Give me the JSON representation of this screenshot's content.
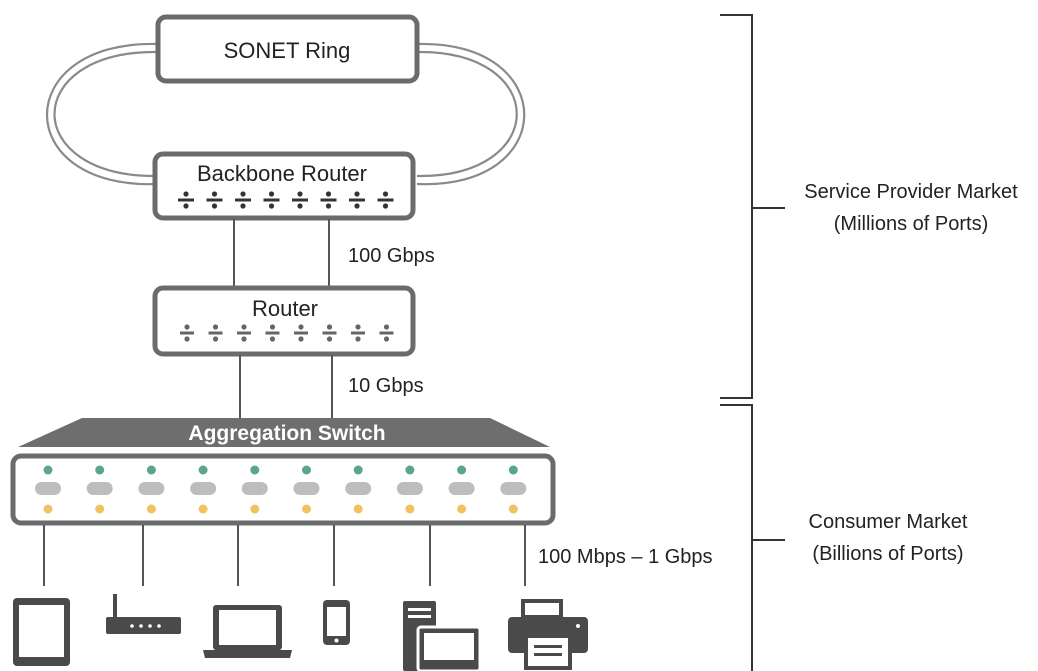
{
  "nodes": {
    "sonet": "SONET Ring",
    "backbone": "Backbone Router",
    "router": "Router",
    "aggregation": "Aggregation Switch"
  },
  "links": {
    "backbone_router": "100 Gbps",
    "router_switch": "10 Gbps",
    "switch_devices": "100 Mbps – 1 Gbps"
  },
  "markets": {
    "service_provider_line1": "Service Provider Market",
    "service_provider_line2": "(Millions of Ports)",
    "consumer_line1": "Consumer Market",
    "consumer_line2": "(Billions of Ports)"
  },
  "devices": [
    "tablet-icon",
    "wireless-router-icon",
    "laptop-icon",
    "phone-icon",
    "desktop-computer-icon",
    "printer-icon"
  ],
  "colors": {
    "frame": "#6b6b6b",
    "switch_header": "#6e6e6e",
    "led_green": "#5aa58e",
    "led_amber": "#f0c261",
    "port": "#bdbdbd"
  }
}
